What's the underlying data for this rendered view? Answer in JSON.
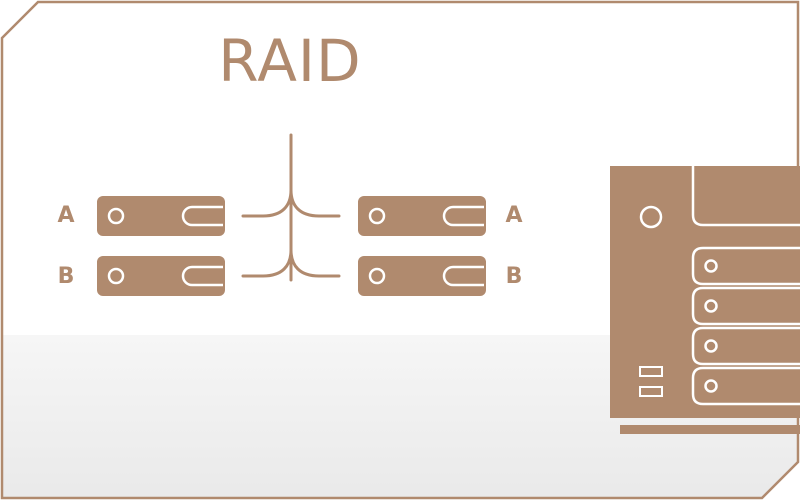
{
  "title": "RAID",
  "colors": {
    "accent": "#b08a6e",
    "frame": "#b08a6e",
    "background": "#ffffff",
    "shade": "#f0f0f0"
  },
  "left_drives": [
    {
      "label": "A"
    },
    {
      "label": "B"
    }
  ],
  "right_drives": [
    {
      "label": "A"
    },
    {
      "label": "B"
    }
  ],
  "nas": {
    "bays": 4,
    "icon": "nas-enclosure-icon"
  }
}
